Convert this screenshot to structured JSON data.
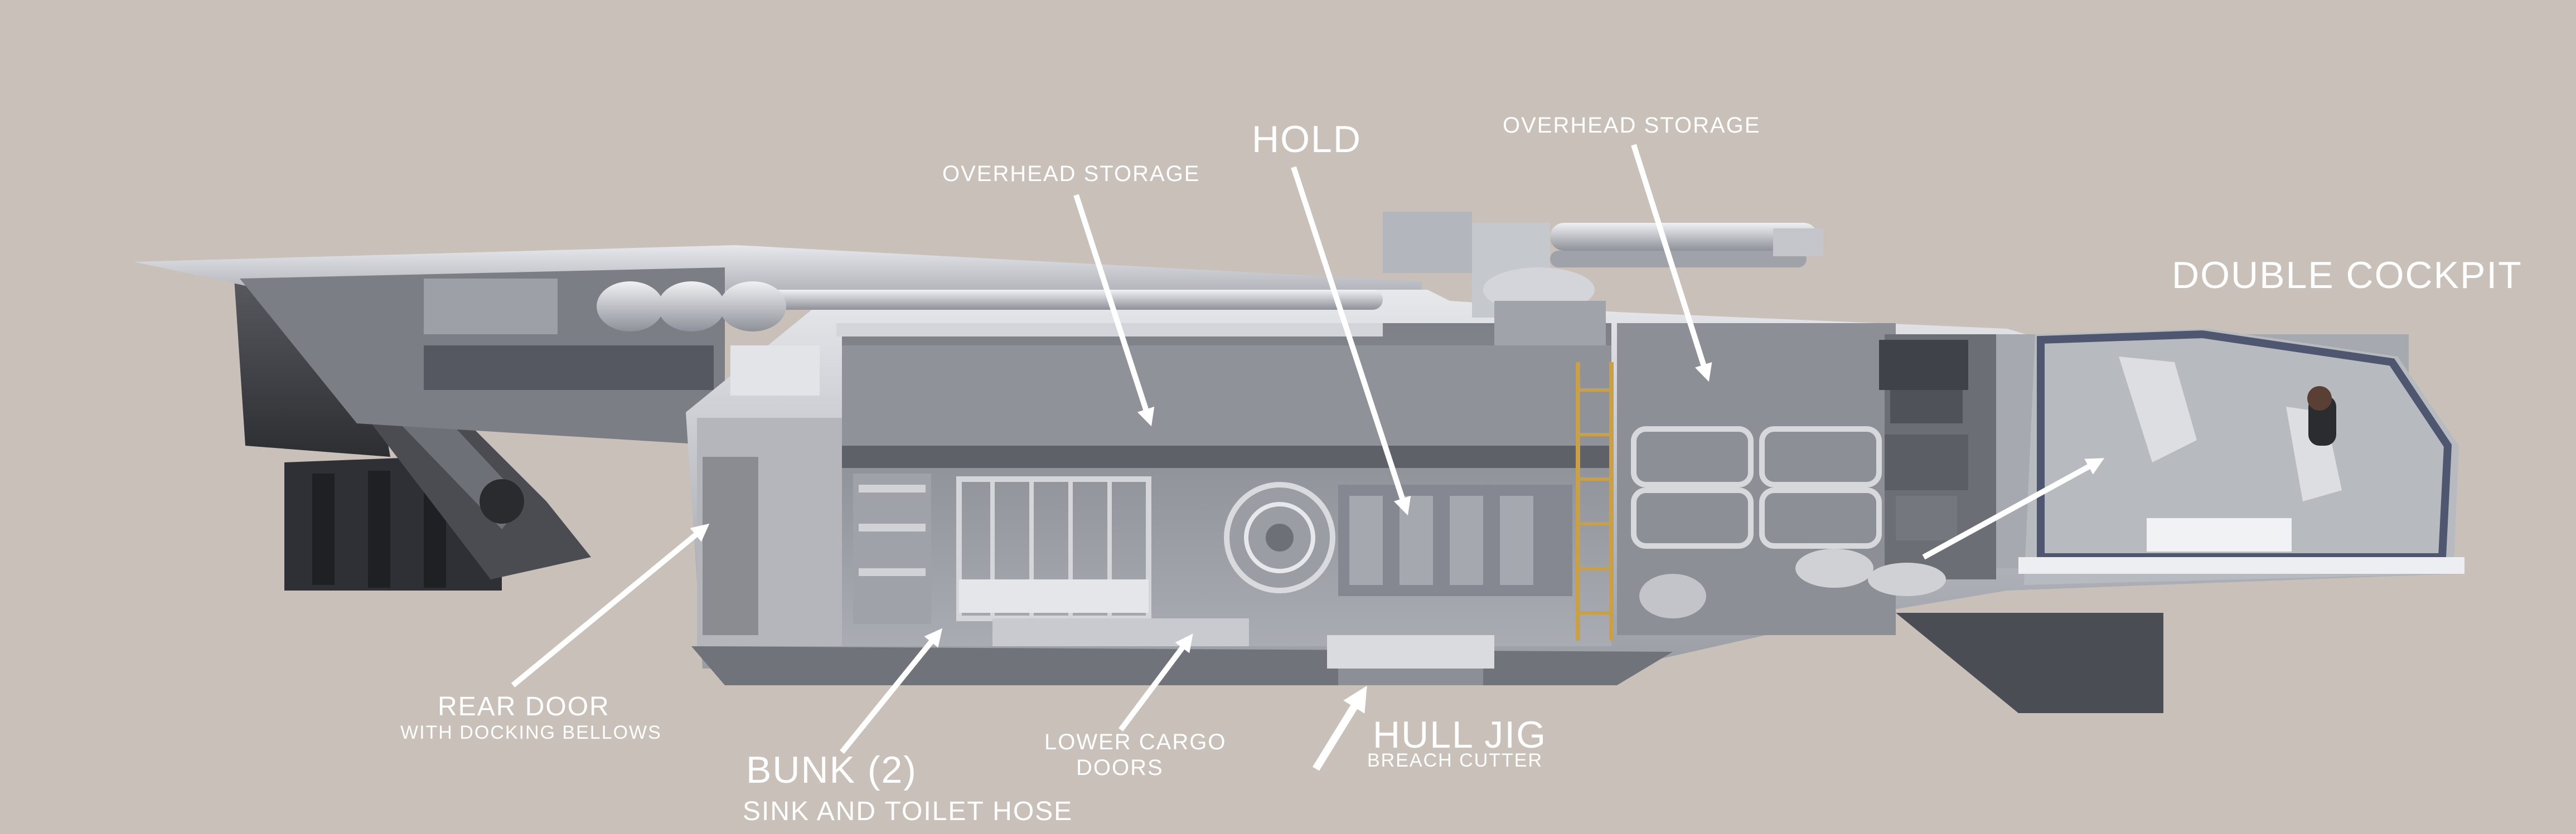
{
  "labels": {
    "overhead_storage_left": "OVERHEAD STORAGE",
    "hold": "HOLD",
    "overhead_storage_right": "OVERHEAD STORAGE",
    "double_cockpit": "DOUBLE COCKPIT",
    "rear_door": "REAR DOOR",
    "rear_door_sub": "WITH DOCKING BELLOWS",
    "bunk": "BUNK (2)",
    "bunk_sub": "SINK AND TOILET HOSE",
    "lower_cargo_line1": "LOWER CARGO",
    "lower_cargo_line2": "DOORS",
    "hull_jig": "HULL JIG",
    "hull_jig_sub": "BREACH CUTTER"
  },
  "colors": {
    "background": "#c8c0b9",
    "label_text": "#ffffff",
    "hull_light": "#b9bcc2",
    "hull_dark": "#3e4046",
    "interior": "#8e9096",
    "ladder": "#c9a04a"
  }
}
